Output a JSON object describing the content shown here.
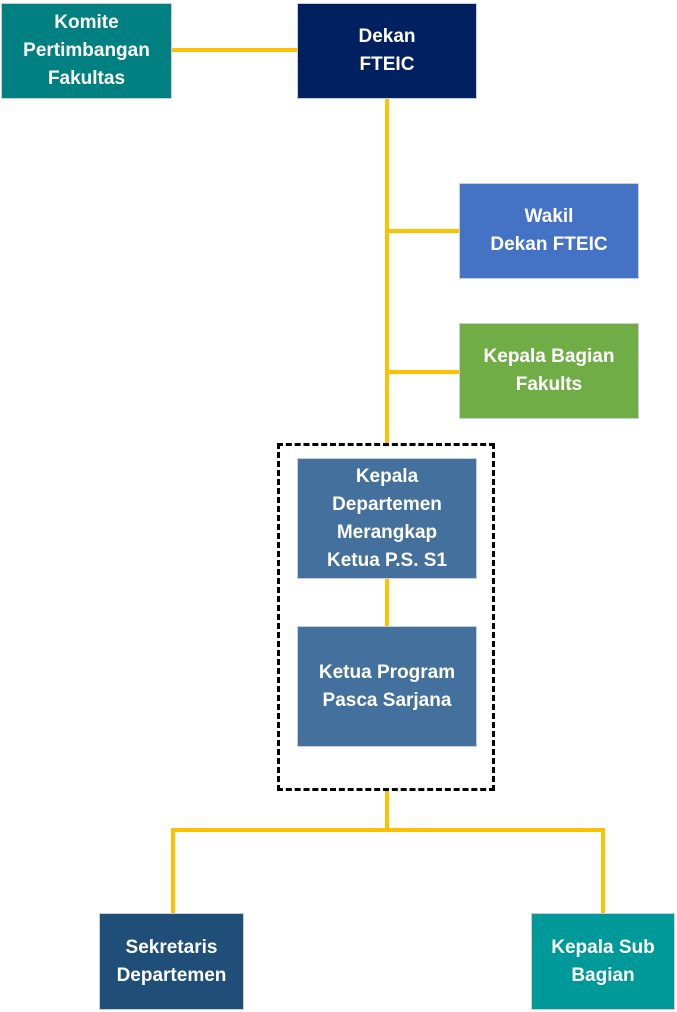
{
  "diagram": {
    "type": "organization-chart",
    "connector_color": "#ffc000",
    "nodes": {
      "komite": {
        "label": "Komite\nPertimbangan\nFakultas",
        "color": "#008080"
      },
      "dekan": {
        "label": "Dekan\nFTEIC",
        "color": "#002060"
      },
      "wakil": {
        "label": "Wakil\nDekan FTEIC",
        "color": "#4472c4"
      },
      "kabag": {
        "label": "Kepala Bagian\nFakults",
        "color": "#70ad47"
      },
      "kadep": {
        "label": "Kepala\nDepartemen\nMerangkap\nKetua P.S. S1",
        "color": "#44709d"
      },
      "kaprodi_pasca": {
        "label": "Ketua Program\nPasca Sarjana",
        "color": "#44709d"
      },
      "sekdep": {
        "label": "Sekretaris\nDepartemen",
        "color": "#1f4e79"
      },
      "kasubag": {
        "label": "Kepala Sub\nBagian",
        "color": "#009999"
      }
    },
    "edges": [
      [
        "komite",
        "dekan"
      ],
      [
        "dekan",
        "wakil"
      ],
      [
        "dekan",
        "kabag"
      ],
      [
        "dekan",
        "kadep"
      ],
      [
        "kadep",
        "kaprodi_pasca"
      ],
      [
        "kadep-group",
        "sekdep"
      ],
      [
        "kadep-group",
        "kasubag"
      ]
    ]
  }
}
